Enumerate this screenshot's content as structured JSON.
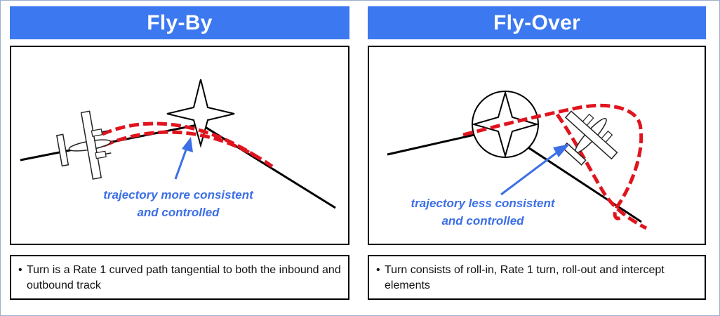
{
  "fly_by": {
    "title": "Fly-By",
    "caption_line1": "trajectory more consistent",
    "caption_line2": "and controlled",
    "bullet_marker": "•",
    "bullet": "Turn is a Rate 1 curved path tangential to both the inbound and outbound track"
  },
  "fly_over": {
    "title": "Fly-Over",
    "caption_line1": "trajectory less consistent",
    "caption_line2": "and controlled",
    "bullet_marker": "•",
    "bullet": "Turn consists of roll-in, Rate 1 turn, roll-out and intercept elements"
  },
  "colors": {
    "header_bg": "#3c78f0",
    "trajectory": "#e0141e",
    "caption": "#3c6fe6"
  },
  "icons": [
    "waypoint-star-icon",
    "waypoint-circle-star-icon",
    "aircraft-icon",
    "arrow-icon"
  ]
}
